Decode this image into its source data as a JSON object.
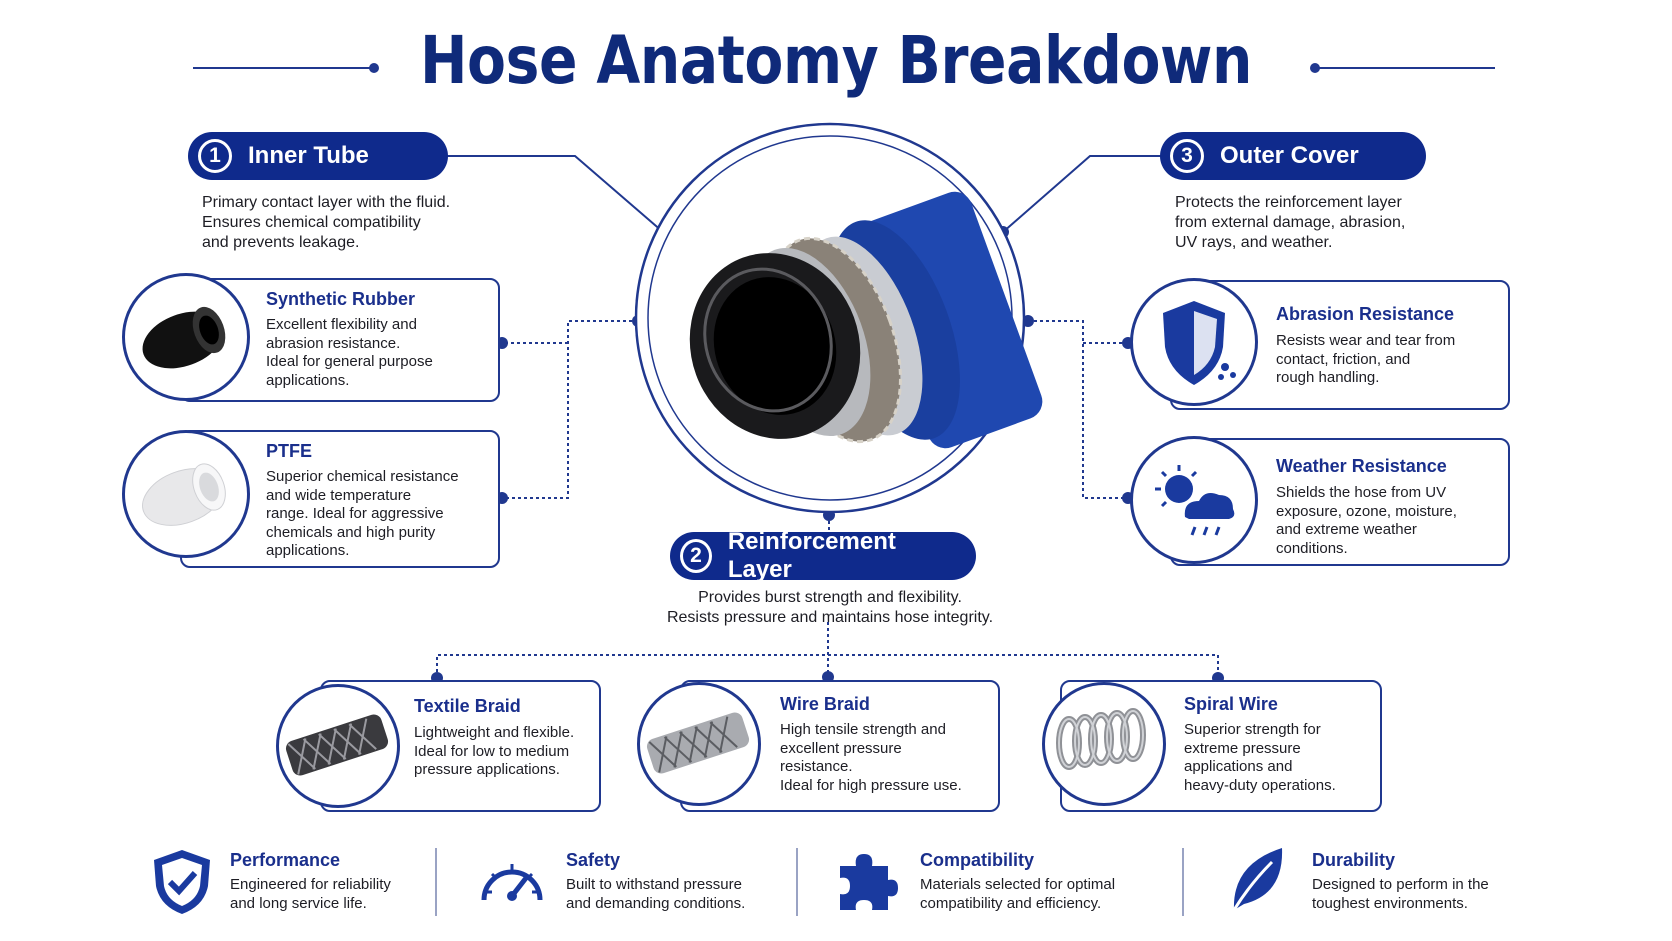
{
  "title": "Hose Anatomy Breakdown",
  "colors": {
    "brand": "#0f2a8c",
    "accent": "#1a2f8c",
    "cover_blue": "#1f48b0"
  },
  "sections": {
    "inner_tube": {
      "number": "1",
      "title": "Inner Tube",
      "desc": [
        "Primary contact layer with the fluid.",
        "Ensures chemical compatibility",
        "and prevents leakage."
      ]
    },
    "reinforcement": {
      "number": "2",
      "title": "Reinforcement Layer",
      "desc": [
        "Provides burst strength and flexibility.",
        "Resists pressure and maintains hose integrity."
      ]
    },
    "outer_cover": {
      "number": "3",
      "title": "Outer Cover",
      "desc": [
        "Protects the reinforcement layer",
        "from external damage, abrasion,",
        "UV rays, and weather."
      ]
    }
  },
  "cards": {
    "synthetic_rubber": {
      "title": "Synthetic Rubber",
      "icon": "black-rubber-tube-icon",
      "desc": [
        "Excellent flexibility and",
        "abrasion resistance.",
        "Ideal for general purpose",
        "applications."
      ]
    },
    "ptfe": {
      "title": "PTFE",
      "icon": "white-ptfe-tube-icon",
      "desc": [
        "Superior chemical resistance",
        "and wide temperature",
        "range. Ideal for aggressive",
        "chemicals and high purity",
        "applications."
      ]
    },
    "abrasion": {
      "title": "Abrasion Resistance",
      "icon": "shield-icon",
      "desc": [
        "Resists wear and tear from",
        "contact, friction, and",
        "rough handling."
      ]
    },
    "weather": {
      "title": "Weather Resistance",
      "icon": "sun-rain-cloud-icon",
      "desc": [
        "Shields the hose from UV",
        "exposure, ozone, moisture,",
        "and extreme weather",
        "conditions."
      ]
    },
    "textile_braid": {
      "title": "Textile Braid",
      "icon": "textile-braid-icon",
      "desc": [
        "Lightweight and flexible.",
        "Ideal for low to medium",
        "pressure applications."
      ]
    },
    "wire_braid": {
      "title": "Wire Braid",
      "icon": "wire-braid-icon",
      "desc": [
        "High tensile strength and",
        "excellent pressure",
        "resistance.",
        "Ideal for high pressure use."
      ]
    },
    "spiral_wire": {
      "title": "Spiral Wire",
      "icon": "spiral-wire-icon",
      "desc": [
        "Superior strength for",
        "extreme pressure",
        "applications and",
        "heavy-duty operations."
      ]
    }
  },
  "features": [
    {
      "title": "Performance",
      "icon": "shield-check-icon",
      "desc": [
        "Engineered for reliability",
        "and long service life."
      ]
    },
    {
      "title": "Safety",
      "icon": "gauge-icon",
      "desc": [
        "Built to withstand pressure",
        "and demanding conditions."
      ]
    },
    {
      "title": "Compatibility",
      "icon": "puzzle-icon",
      "desc": [
        "Materials selected for optimal",
        "compatibility and efficiency."
      ]
    },
    {
      "title": "Durability",
      "icon": "leaf-icon",
      "desc": [
        "Designed to perform in the",
        "toughest environments."
      ]
    }
  ]
}
